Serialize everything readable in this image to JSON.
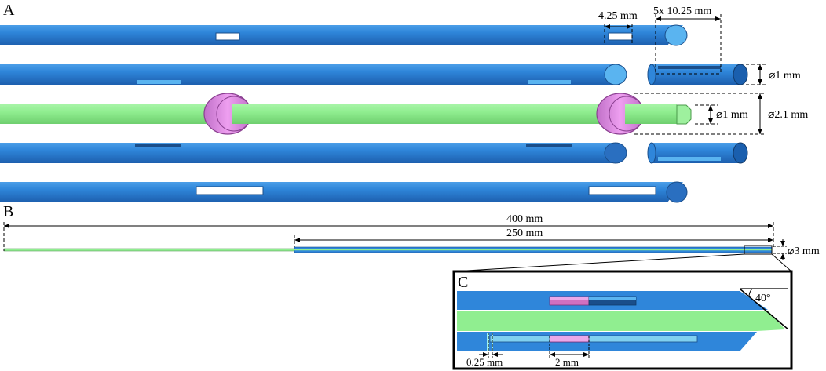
{
  "panels": {
    "a": "A",
    "b": "B",
    "c": "C"
  },
  "dimensions": {
    "slot_spacing": "4.25 mm",
    "slot_length": "5x 10.25 mm",
    "inner_diameter_a": "⌀1 mm",
    "rod_diameter": "⌀1 mm",
    "outer_diameter": "⌀2.1 mm",
    "total_length": "400 mm",
    "needle_length": "250 mm",
    "needle_diameter": "⌀3 mm",
    "bevel_angle": "40°",
    "gap": "0.25 mm",
    "window_length": "2 mm"
  },
  "colors": {
    "tube_blue": "#2a7fd4",
    "tube_dark": "#1a4e8a",
    "rod_green": "#8ff08f",
    "ring_pink": "#e08fe0",
    "cut_white": "#ffffff",
    "bevel_light": "#5ab4f0"
  }
}
